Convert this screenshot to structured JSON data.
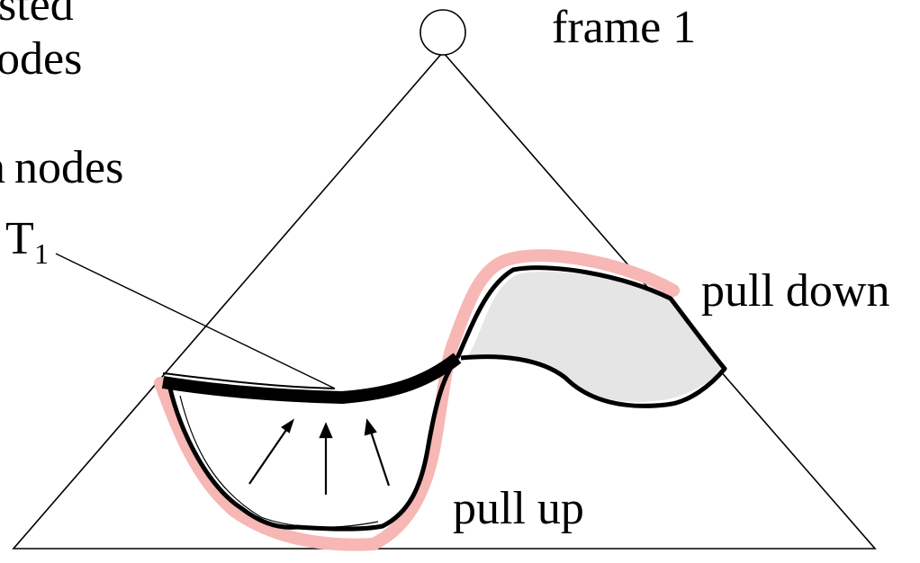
{
  "diagram": {
    "labels": {
      "frame": "frame 1",
      "partial_top1": "sted",
      "partial_top2": "odes",
      "partial_nodes": "nodes",
      "partial_n": "n",
      "t_main": "T",
      "t_sub": "1",
      "pull_down": "pull down",
      "pull_up": "pull up"
    },
    "colors": {
      "stroke": "#000000",
      "highlight": "#f6b7b5",
      "shaded_fill": "#e5e5e5",
      "background": "#ffffff"
    }
  }
}
